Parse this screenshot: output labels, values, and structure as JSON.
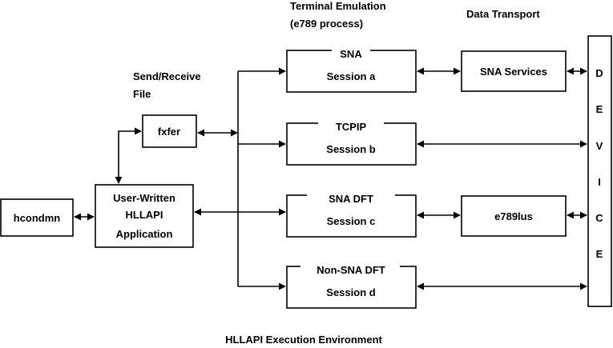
{
  "header": {
    "terminal_emulation_line1": "Terminal Emulation",
    "terminal_emulation_line2": "(e789 process)",
    "data_transport": "Data Transport"
  },
  "send_receive": {
    "line1": "Send/Receive",
    "line2": "File"
  },
  "nodes": {
    "hcondmn": "hcondmn",
    "fxfer": "fxfer",
    "app_line1": "User-Written",
    "app_line2": "HLLAPI",
    "app_line3": "Application",
    "sna_services": "SNA Services",
    "e789lus": "e789lus"
  },
  "sessions": [
    {
      "tab": "SNA",
      "label": "Session a"
    },
    {
      "tab": "TCPIP",
      "label": "Session b"
    },
    {
      "tab": "SNA DFT",
      "label": "Session c"
    },
    {
      "tab": "Non-SNA DFT",
      "label": "Session d"
    }
  ],
  "device_letters": [
    "D",
    "E",
    "V",
    "I",
    "C",
    "E"
  ],
  "footer": "HLLAPI Execution Environment"
}
